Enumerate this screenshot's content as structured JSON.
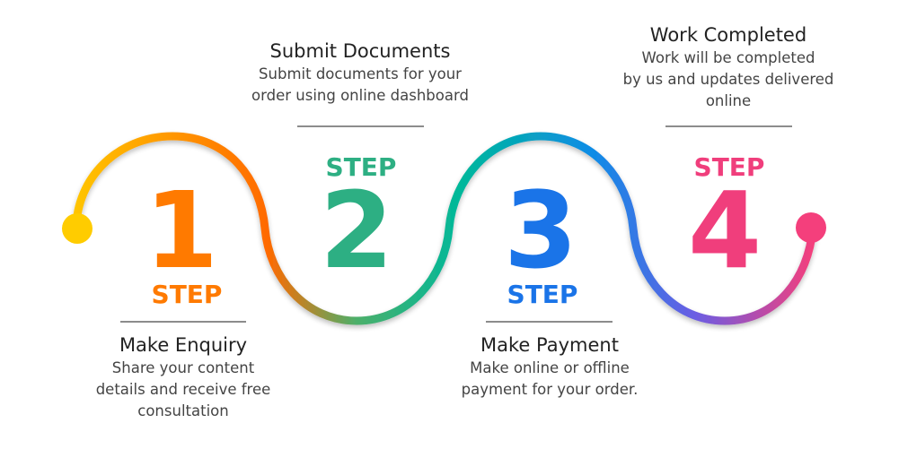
{
  "steps": [
    {
      "number": "1",
      "word": "STEP",
      "title": "Make Enquiry",
      "desc": [
        "Share your content",
        "details and receive free",
        "consultation"
      ],
      "color": "#ff7a00"
    },
    {
      "number": "2",
      "word": "STEP",
      "title": "Submit Documents",
      "desc": [
        "Submit documents for your",
        "order using online dashboard"
      ],
      "color": "#2daf83"
    },
    {
      "number": "3",
      "word": "STEP",
      "title": "Make Payment",
      "desc": [
        "Make online or offline",
        "payment for your order."
      ],
      "color": "#1a74e8"
    },
    {
      "number": "4",
      "word": "STEP",
      "title": "Work Completed",
      "desc": [
        "Work will be completed",
        "by us and updates delivered",
        "online"
      ],
      "color": "#f03e7c"
    }
  ],
  "colors": {
    "start_dot": "#ffcc00",
    "end_dot": "#f43f7c",
    "wave_gradient": [
      "#ffc400",
      "#ff8a00",
      "#ff6a00",
      "#4caf6a",
      "#00b89a",
      "#0d8ce6",
      "#6b5de3",
      "#f43f7c"
    ],
    "divider": "#666666"
  }
}
